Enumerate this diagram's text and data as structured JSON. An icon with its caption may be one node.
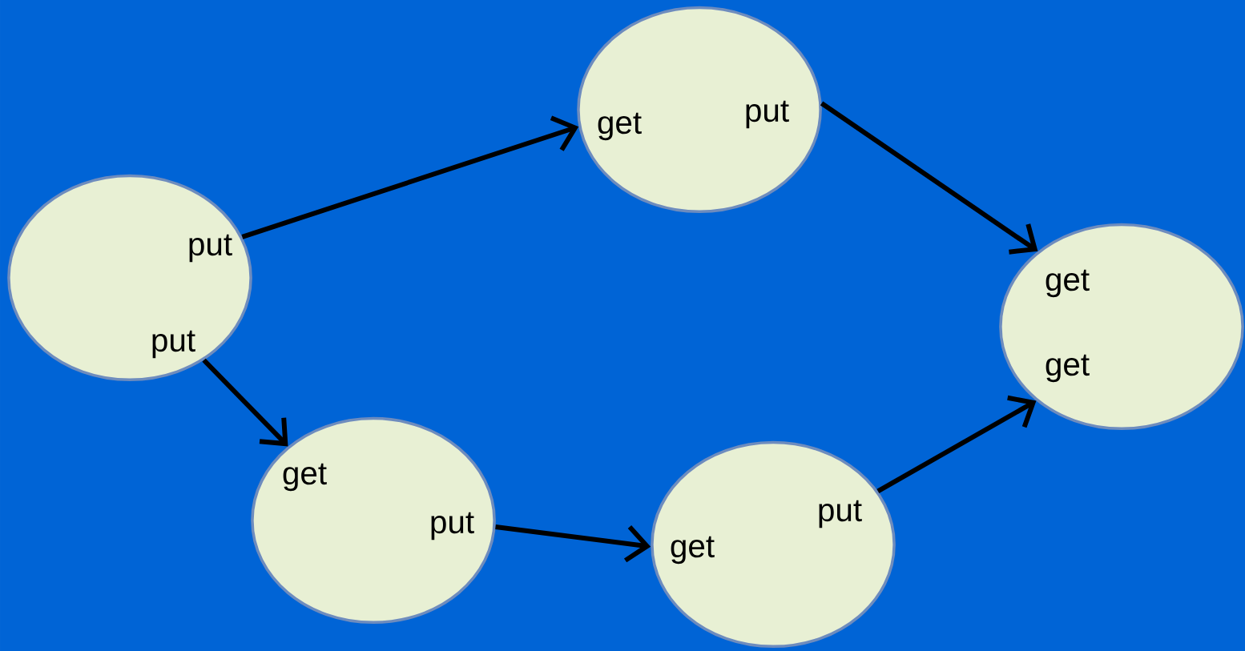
{
  "diagram": {
    "nodes": [
      {
        "text": [
          "put",
          "put"
        ]
      },
      {
        "text": [
          "get",
          "put"
        ]
      },
      {
        "text": [
          "get",
          "put"
        ]
      },
      {
        "text": [
          "put",
          "get"
        ]
      },
      {
        "text": [
          "get",
          "get"
        ]
      }
    ],
    "edges": [
      {
        "from": 0,
        "to": 1,
        "arrow": "to"
      },
      {
        "from": 1,
        "to": 4,
        "arrow": "to"
      },
      {
        "from": 0,
        "to": 2,
        "arrow": "to"
      },
      {
        "from": 2,
        "to": 3,
        "arrow": "to"
      },
      {
        "from": 3,
        "to": 4,
        "arrow": "to"
      }
    ]
  }
}
